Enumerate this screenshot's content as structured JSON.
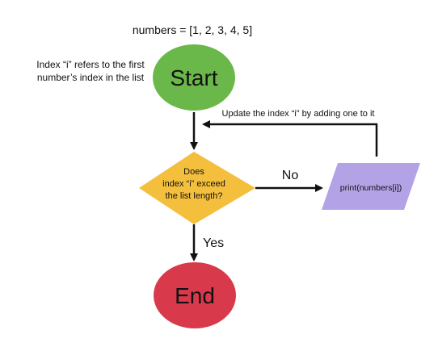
{
  "diagram": {
    "title": "numbers = [1, 2, 3, 4, 5]",
    "index_note": {
      "line1": "Index “i” refers to the first",
      "line2": "number’s index in the list"
    },
    "start_label": "Start",
    "end_label": "End",
    "decision": {
      "line1": "Does",
      "line2": "index “i” exceed",
      "line3": "the list length?"
    },
    "process_label": "print(numbers[i])",
    "update_note": "Update the index “i” by adding one to it",
    "no_label": "No",
    "yes_label": "Yes",
    "colors": {
      "start": "#6bb84a",
      "end": "#d83a4c",
      "decision": "#f4bf3d",
      "process": "#b3a3e6",
      "arrow": "#111111"
    }
  }
}
